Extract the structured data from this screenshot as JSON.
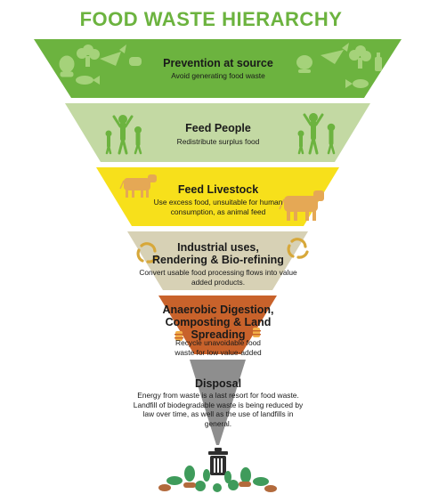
{
  "title": "FOOD WASTE HIERARCHY",
  "levels": [
    {
      "key": "prevention",
      "title": "Prevention at source",
      "desc": "Avoid generating food waste",
      "color": "#6cb33f",
      "icon_set": [
        "vegetable-icon",
        "carrot-icon",
        "broccoli-icon",
        "fish-icon",
        "bread-icon",
        "bottle-icon"
      ]
    },
    {
      "key": "people",
      "title": "Feed People",
      "desc": "Redistribute surplus food",
      "color": "#c3d9a3",
      "icon_set": [
        "family-icon"
      ]
    },
    {
      "key": "livestock",
      "title": "Feed Livestock",
      "desc": "Use excess food, unsuitable for human consumption, as animal feed",
      "color": "#f7e01b",
      "icon_set": [
        "cow-icon"
      ]
    },
    {
      "key": "industrial",
      "title": "Industrial uses, Rendering & Bio-refining",
      "desc": "Convert usable food processing flows into value added products.",
      "color": "#d7d1b5",
      "icon_set": [
        "recycle-icon"
      ]
    },
    {
      "key": "anaerobic",
      "title": "Anaerobic Digestion, Composting & Land Spreading",
      "desc": "Recycle unavoidable food waste for low value-added",
      "color": "#c8622b",
      "icon_set": [
        "barrel-icon"
      ]
    },
    {
      "key": "disposal",
      "title": "Disposal",
      "desc": "Energy from waste is a last resort for food waste. Landfill of biodegradable waste is being reduced by law over time, as well as the use of landfills in general.",
      "color": "#8e8e8e",
      "icon_set": [
        "trash-bin-icon",
        "food-scraps-icon"
      ]
    }
  ],
  "colors": {
    "title": "#6cb33f",
    "prevention_icons": "#a5d27a",
    "people_icons": "#6cb33f",
    "livestock_icons": "#e5a855",
    "industrial_icons": "#d7a83a",
    "anaerobic_icons": "#f2b04a",
    "bin": "#2e2e2e",
    "scraps_green": "#3f9b5b",
    "scraps_brown": "#b26a3c"
  }
}
